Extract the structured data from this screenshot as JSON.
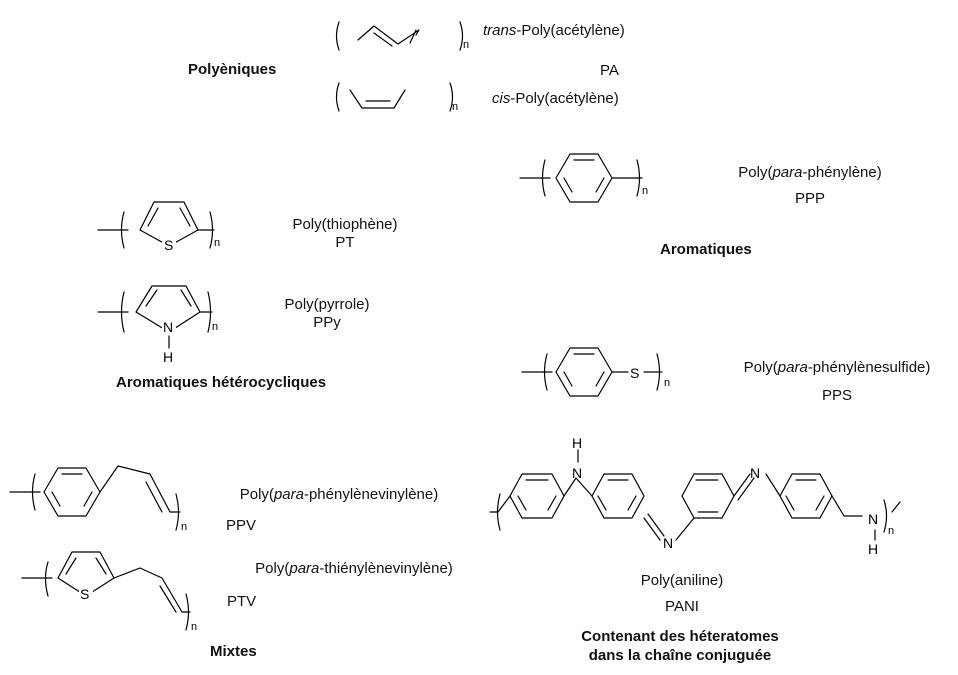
{
  "categories": {
    "polyeniques": "Polyèniques",
    "aromatiques": "Aromatiques",
    "heterocycliques": "Aromatiques hétérocycliques",
    "mixtes": "Mixtes",
    "heteroatomes_line1": "Contenant des héteratomes",
    "heteroatomes_line2": "dans la chaîne conjuguée"
  },
  "polymers": {
    "pa_trans": {
      "prefix": "trans",
      "name": "-Poly(acétylène)"
    },
    "pa_cis": {
      "prefix": "cis",
      "name": "-Poly(acétylène)"
    },
    "pa_abbr": "PA",
    "ppp": {
      "before": "Poly(",
      "italic": "para",
      "after": "-phénylène)",
      "abbr": "PPP"
    },
    "pt": {
      "name": "Poly(thiophène)",
      "abbr": "PT"
    },
    "ppy": {
      "name": "Poly(pyrrole)",
      "abbr": "PPy"
    },
    "pps": {
      "before": "Poly(",
      "italic": "para",
      "after": "-phénylènesulfide)",
      "abbr": "PPS"
    },
    "ppv": {
      "before": "Poly(",
      "italic": "para",
      "after": "-phénylènevinylène)",
      "abbr": "PPV"
    },
    "ptv": {
      "before": "Poly(",
      "italic": "para",
      "after": "-thiénylènevinylène)",
      "abbr": "PTV"
    },
    "pani": {
      "name": "Poly(aniline)",
      "abbr": "PANI"
    }
  },
  "atoms": {
    "n_sub": "n",
    "sulfur": "S",
    "nitrogen": "N",
    "hydrogen": "H"
  }
}
